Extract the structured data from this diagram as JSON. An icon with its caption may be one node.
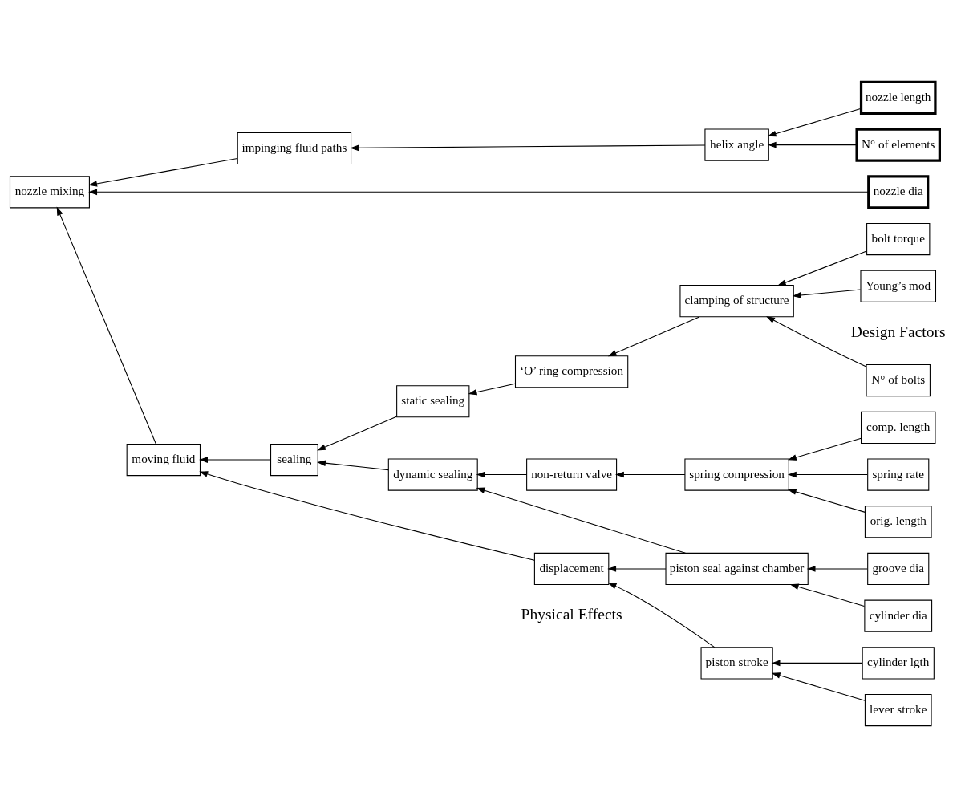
{
  "diagram": {
    "nodes": [
      {
        "text": [
          "static sealing"
        ]
      },
      {
        "text": [
          "‘O’ ring compression"
        ]
      },
      {
        "text": [
          "clamping of structure"
        ]
      },
      {
        "text": [
          "N° of bolts"
        ]
      },
      {
        "text": [
          "bolt torque"
        ]
      },
      {
        "text": [
          "Young’s mod"
        ]
      },
      {
        "text": [
          "sealing"
        ]
      },
      {
        "text": [
          "dynamic sealing"
        ]
      },
      {
        "text": [
          "non-return valve"
        ]
      },
      {
        "text": [
          "spring compression"
        ]
      },
      {
        "text": [
          "spring rate"
        ]
      },
      {
        "text": [
          "orig. length"
        ]
      },
      {
        "text": [
          "comp. length"
        ]
      },
      {
        "text": [
          "moving fluid"
        ]
      },
      {
        "text": [
          "piston seal against chamber"
        ]
      },
      {
        "text": [
          "groove dia"
        ]
      },
      {
        "text": [
          "cylinder dia"
        ]
      },
      {
        "text": [
          "displacement"
        ]
      },
      {
        "text": [
          "piston stroke"
        ]
      },
      {
        "text": [
          "cylinder lgth"
        ]
      },
      {
        "text": [
          "lever stroke"
        ]
      },
      {
        "text": [
          "impinging fluid paths"
        ]
      },
      {
        "text": [
          "helix angle"
        ]
      },
      {
        "text": [
          "nozzle length"
        ]
      },
      {
        "text": [
          "N° of elements"
        ]
      },
      {
        "text": [
          "nozzle mixing"
        ]
      },
      {
        "text": [
          "nozzle dia"
        ]
      }
    ],
    "edges": [
      {
        "from": 1,
        "to": 0,
        "arrow": "to"
      },
      {
        "from": 2,
        "to": 1,
        "arrow": "to"
      },
      {
        "from": 3,
        "to": 2,
        "arrow": "to"
      },
      {
        "from": 4,
        "to": 2,
        "arrow": "to"
      },
      {
        "from": 5,
        "to": 2,
        "arrow": "to"
      },
      {
        "from": 0,
        "to": 6,
        "arrow": "to"
      },
      {
        "from": 7,
        "to": 6,
        "arrow": "to"
      },
      {
        "from": 8,
        "to": 7,
        "arrow": "to"
      },
      {
        "from": 9,
        "to": 8,
        "arrow": "to"
      },
      {
        "from": 10,
        "to": 9,
        "arrow": "to"
      },
      {
        "from": 11,
        "to": 9,
        "arrow": "to"
      },
      {
        "from": 12,
        "to": 9,
        "arrow": "to"
      },
      {
        "from": 6,
        "to": 13,
        "arrow": "to"
      },
      {
        "from": 17,
        "to": 13,
        "arrow": "to"
      },
      {
        "from": 14,
        "to": 7,
        "arrow": "to"
      },
      {
        "from": 15,
        "to": 14,
        "arrow": "to"
      },
      {
        "from": 16,
        "to": 14,
        "arrow": "to"
      },
      {
        "from": 14,
        "to": 17,
        "arrow": "to"
      },
      {
        "from": 18,
        "to": 17,
        "arrow": "to"
      },
      {
        "from": 19,
        "to": 18,
        "arrow": "to"
      },
      {
        "from": 20,
        "to": 18,
        "arrow": "to"
      },
      {
        "from": 22,
        "to": 21,
        "arrow": "to"
      },
      {
        "from": 23,
        "to": 22,
        "arrow": "to"
      },
      {
        "from": 24,
        "to": 22,
        "arrow": "to"
      },
      {
        "from": 13,
        "to": 25,
        "arrow": "to"
      },
      {
        "from": 21,
        "to": 25,
        "arrow": "to"
      },
      {
        "from": 26,
        "to": 25,
        "arrow": "to"
      }
    ],
    "labels": [
      "Physical Effects",
      "Design Factors"
    ]
  }
}
